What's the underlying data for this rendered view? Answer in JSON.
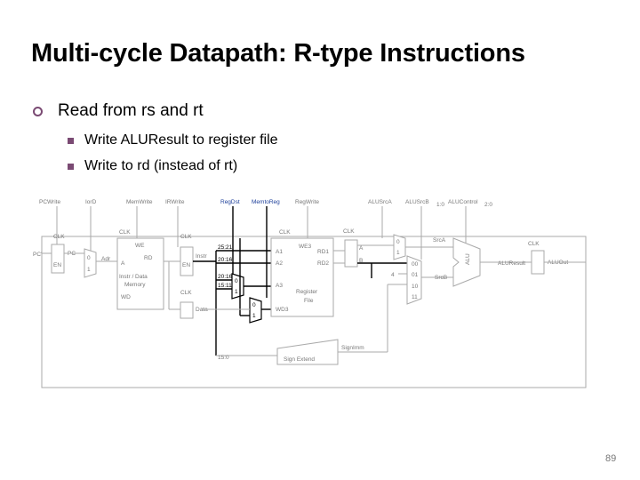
{
  "slide": {
    "title": "Multi-cycle Datapath: R-type Instructions",
    "bullet": "Read from rs and rt",
    "subbullets": [
      "Write ALUResult to register file",
      "Write to rd (instead of rt)"
    ],
    "page_number": "89"
  },
  "colors": {
    "bullet": "#7a4a73",
    "active_signal": "#1d3f9a",
    "inactive": "#aaaaaa",
    "active_path": "#000000"
  },
  "diagram": {
    "control_signals": {
      "pcwrite": "PCWrite",
      "iord": "IorD",
      "memwrite": "MemWrite",
      "irwrite": "IRWrite",
      "regdst": "RegDst",
      "memtoreg": "MemtoReg",
      "regwrite": "RegWrite",
      "alusrca": "ALUSrcA",
      "alusrcb": "ALUSrcB",
      "alusrcb_sub": "1:0",
      "alucontrol": "ALUControl",
      "alucontrol_sub": "2:0"
    },
    "labels": {
      "pc_prime": "PC'",
      "pc": "PC",
      "clk": "CLK",
      "en": "EN",
      "zero": "0",
      "one": "1",
      "adr": "Adr",
      "we": "WE",
      "rd": "RD",
      "a": "A",
      "mem1": "Instr / Data",
      "mem2": "Memory",
      "wd": "WD",
      "instr": "Instr",
      "data": "Data",
      "bits_25_21": "25:21",
      "bits_20_16": "20:16",
      "bits_15_11": "15:11",
      "bits_15_0": "15:0",
      "we3": "WE3",
      "a1": "A1",
      "a2": "A2",
      "a3": "A3",
      "rd1": "RD1",
      "rd2": "RD2",
      "wd3": "WD3",
      "reg1": "Register",
      "reg2": "File",
      "rega": "A",
      "regb": "B",
      "srca": "SrcA",
      "srcb": "SrcB",
      "four": "4",
      "sel00": "00",
      "sel01": "01",
      "sel10": "10",
      "sel11": "11",
      "alu": "ALU",
      "aluresult": "ALUResult",
      "aluout": "ALUOut",
      "signimm": "SignImm",
      "signext": "Sign Extend"
    }
  }
}
